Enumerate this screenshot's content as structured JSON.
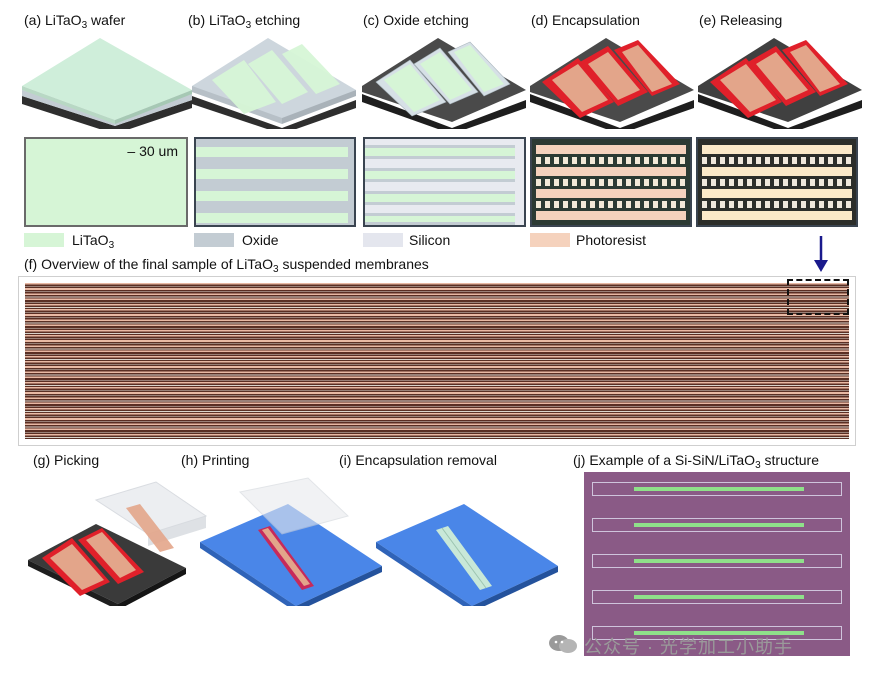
{
  "panels": {
    "a": {
      "prefix": "(a) LiTaO",
      "sub": "3",
      "suffix": " wafer"
    },
    "b": {
      "prefix": "(b) LiTaO",
      "sub": "3",
      "suffix": " etching"
    },
    "c": {
      "prefix": "(c) Oxide etching",
      "sub": "",
      "suffix": ""
    },
    "d": {
      "prefix": "(d) Encapsulation",
      "sub": "",
      "suffix": ""
    },
    "e": {
      "prefix": "(e) Releasing",
      "sub": "",
      "suffix": ""
    },
    "f": {
      "prefix": "(f) Overview of the final sample of LiTaO",
      "sub": "3",
      "suffix": " suspended membranes"
    },
    "g": {
      "prefix": "(g) Picking",
      "sub": "",
      "suffix": ""
    },
    "h": {
      "prefix": "(h) Printing",
      "sub": "",
      "suffix": ""
    },
    "i": {
      "prefix": "(i) Encapsulation removal",
      "sub": "",
      "suffix": ""
    },
    "j": {
      "prefix": "(j) Example of a Si-SiN/LiTaO",
      "sub": "3",
      "suffix": " structure"
    }
  },
  "scale_bar": "– 30 um",
  "legend": [
    {
      "label_prefix": "LiTaO",
      "label_sub": "3",
      "color": "#d6f5d6"
    },
    {
      "label_prefix": "Oxide",
      "label_sub": "",
      "color": "#c3ccd3"
    },
    {
      "label_prefix": "Silicon",
      "label_sub": "",
      "color": "#e4e6ee"
    },
    {
      "label_prefix": "Photoresist",
      "label_sub": "",
      "color": "#f5d2bd"
    }
  ],
  "watermark": "公众号 · 光学加工小助手",
  "colors": {
    "litao": "#d6f5d6",
    "oxide": "#c3ccd3",
    "silicon_dark": "#2e2e2e",
    "photoresist_red": "#e0202a",
    "photoresist_tan": "#e3a58a",
    "substrate_blue": "#4a86e8",
    "arrow": "#1a1a8c",
    "sample_bg": "#6b3a2e",
    "chip_purple": "#8a5a86"
  }
}
